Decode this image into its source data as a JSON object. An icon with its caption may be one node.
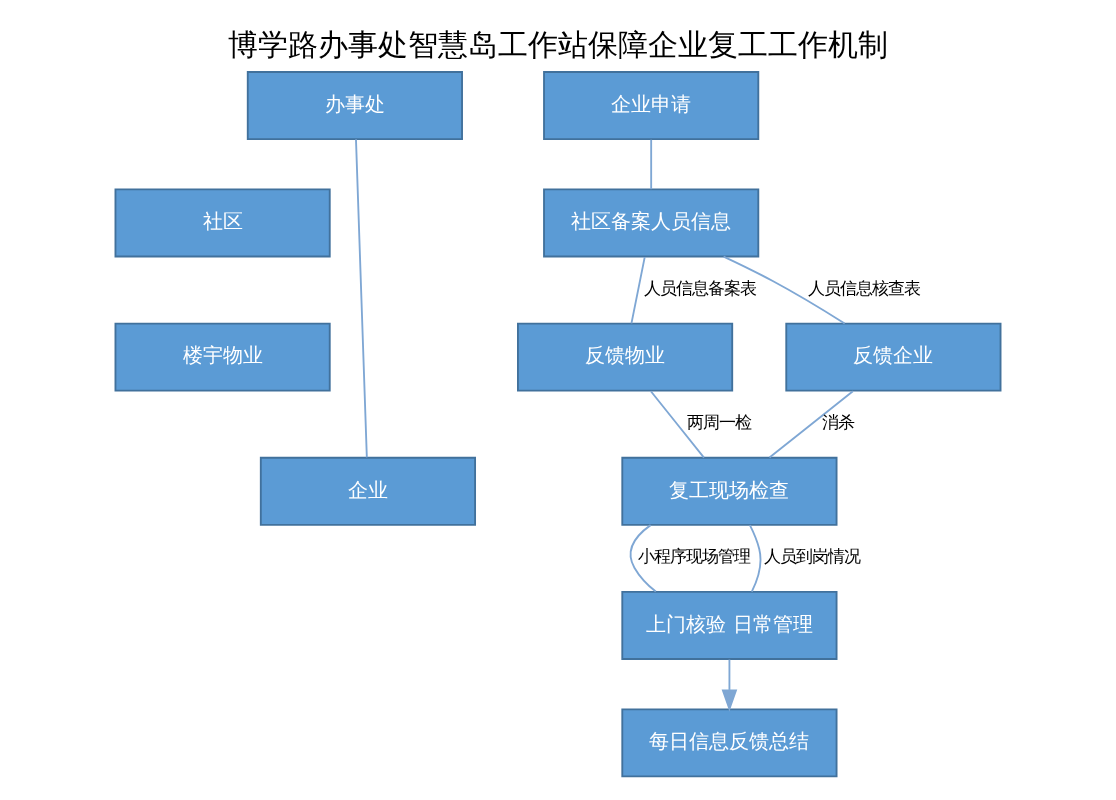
{
  "diagram": {
    "title": "博学路办事处智慧岛工作站保障企业复工工作机制",
    "nodes": [
      {
        "text": [
          "办事处"
        ]
      },
      {
        "text": [
          "社区"
        ]
      },
      {
        "text": [
          "楼宇物业"
        ]
      },
      {
        "text": [
          "企业"
        ]
      },
      {
        "text": [
          "企业申请"
        ]
      },
      {
        "text": [
          "社区备案人员信息"
        ]
      },
      {
        "text": [
          "反馈物业"
        ]
      },
      {
        "text": [
          "反馈企业"
        ]
      },
      {
        "text": [
          "复工现场检查"
        ]
      },
      {
        "text": [
          "上门核验 日常管理"
        ]
      },
      {
        "text": [
          "每日信息反馈总结"
        ]
      }
    ],
    "edges": [
      {
        "from": 0,
        "to": 3,
        "arrow": "none"
      },
      {
        "from": 4,
        "to": 5,
        "arrow": "none"
      },
      {
        "from": 5,
        "to": 6,
        "arrow": "none",
        "label": "人员信息备案表"
      },
      {
        "from": 5,
        "to": 7,
        "arrow": "none",
        "label": "人员信息核查表"
      },
      {
        "from": 6,
        "to": 8,
        "arrow": "none",
        "label": "两周一检"
      },
      {
        "from": 7,
        "to": 8,
        "arrow": "none",
        "label": "消杀"
      },
      {
        "from": 8,
        "to": 9,
        "arrow": "none",
        "label": "小程序现场管理"
      },
      {
        "from": 8,
        "to": 9,
        "arrow": "none",
        "label": "人员到岗情况"
      },
      {
        "from": 9,
        "to": 10,
        "arrow": "to"
      }
    ]
  }
}
